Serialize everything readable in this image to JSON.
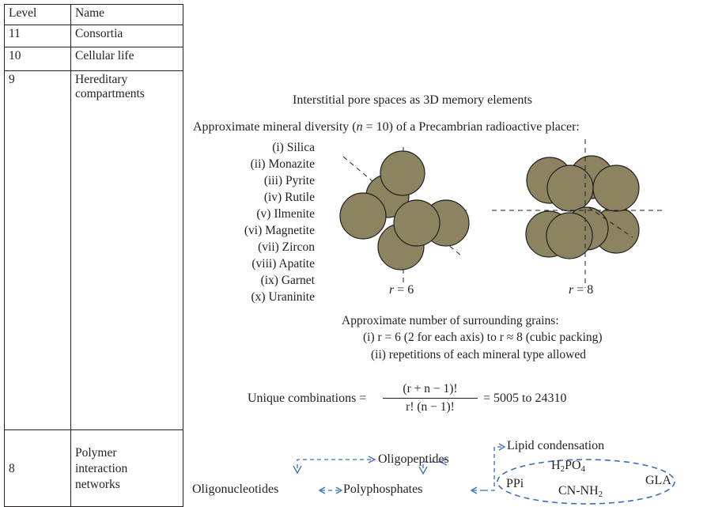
{
  "table": {
    "header": {
      "level": "Level",
      "name": "Name"
    },
    "rows": [
      {
        "level": "11",
        "name": "Consortia"
      },
      {
        "level": "10",
        "name": "Cellular life"
      },
      {
        "level": "9",
        "name_line1": "Hereditary",
        "name_line2": "compartments"
      },
      {
        "level": "8",
        "name_line1": "Polymer",
        "name_line2": "interaction",
        "name_line3": "networks"
      }
    ]
  },
  "diagram": {
    "title": "Interstitial pore spaces as 3D memory elements",
    "subtitle_pre": "Approximate mineral diversity (",
    "subtitle_n": "n",
    "subtitle_post": " = 10) of a Precambrian radioactive placer:",
    "minerals": [
      "(i) Silica",
      "(ii) Monazite",
      "(iii) Pyrite",
      "(iv) Rutile",
      "(v) Ilmenite",
      "(vi) Magnetite",
      "(vii) Zircon",
      "(viii) Apatite",
      "(ix) Garnet",
      "(x) Uraninite"
    ],
    "cluster_left_label_r": "r",
    "cluster_left_label_val": " = 6",
    "cluster_right_label_r": "r",
    "cluster_right_label_val": " = 8",
    "grain_color": "#8c8460",
    "surrounding_title": "Approximate number of surrounding grains:",
    "surrounding_1": "(i) r = 6 (2 for each axis) to r ≈ 8 (cubic packing)",
    "surrounding_2": "(ii) repetitions of each mineral type allowed",
    "formula_lhs": "Unique combinations =",
    "formula_num": "(r + n − 1)!",
    "formula_den": "r! (n − 1)!",
    "formula_rhs": "= 5005 to 24310"
  },
  "network": {
    "oligopeptides": "Oligopeptides",
    "oligonucleotides": "Oligonucleotides",
    "polyphosphates": "Polyphosphates",
    "lipid": "Lipid condensation",
    "ppi": "PPi",
    "h2po4_base": "H",
    "h2po4_sub1": "2",
    "h2po4_mid": "PO",
    "h2po4_sub2": "4",
    "cnnh2_base": "CN-NH",
    "cnnh2_sub": "2",
    "gla": "GLA",
    "arrow_color": "#3d6fb6"
  }
}
